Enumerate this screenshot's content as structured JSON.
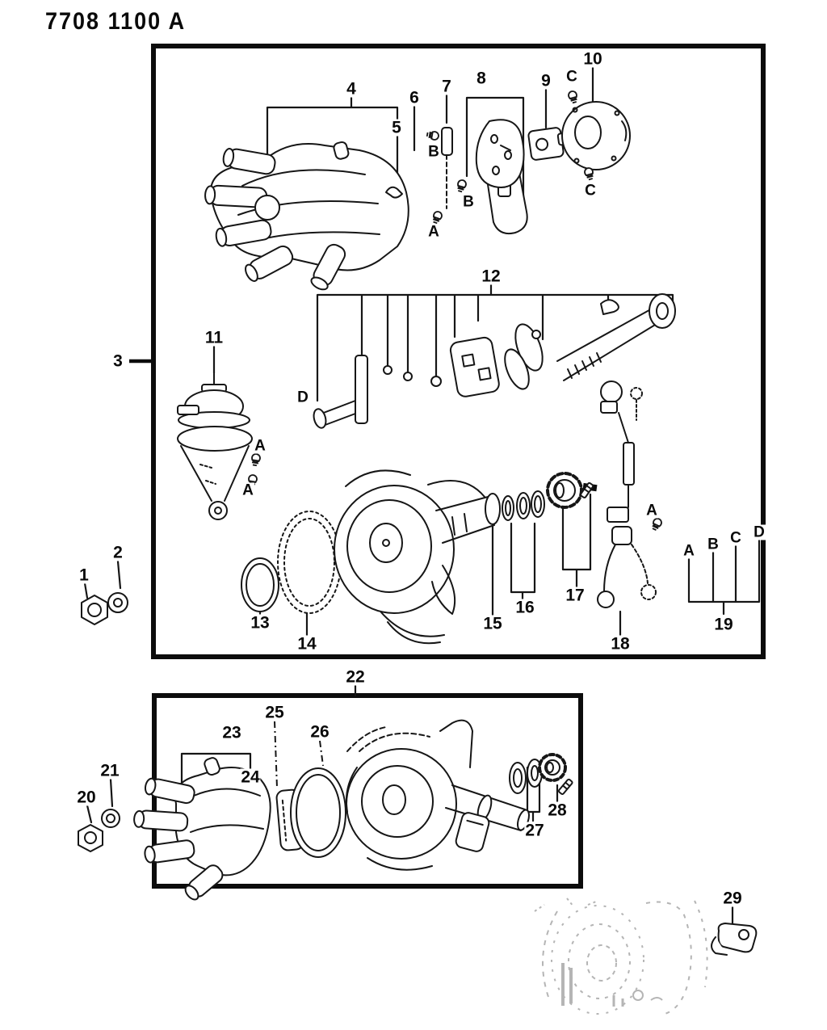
{
  "header": {
    "part_code": "7708 1100 A"
  },
  "figure": {
    "callouts": {
      "n1": "1",
      "n2": "2",
      "n3": "3",
      "n4": "4",
      "n5": "5",
      "n6": "6",
      "n7": "7",
      "n8": "8",
      "n9": "9",
      "n10": "10",
      "n11": "11",
      "n12": "12",
      "n13": "13",
      "n14": "14",
      "n15": "15",
      "n16": "16",
      "n17": "17",
      "n18": "18",
      "n19": "19",
      "n20": "20",
      "n21": "21",
      "n22": "22",
      "n23": "23",
      "n24": "24",
      "n25": "25",
      "n26": "26",
      "n27": "27",
      "n28": "28",
      "n29": "29",
      "B_cap_upper": "B",
      "B_cap_lower": "B",
      "A_cap": "A",
      "C_plate_top": "C",
      "C_plate_bottom": "C",
      "A_vacuum_upper": "A",
      "A_vacuum_lower": "A",
      "D_shaft": "D",
      "A_harness": "A",
      "legend_A": "A",
      "legend_B": "B",
      "legend_C": "C",
      "legend_D": "D"
    }
  }
}
